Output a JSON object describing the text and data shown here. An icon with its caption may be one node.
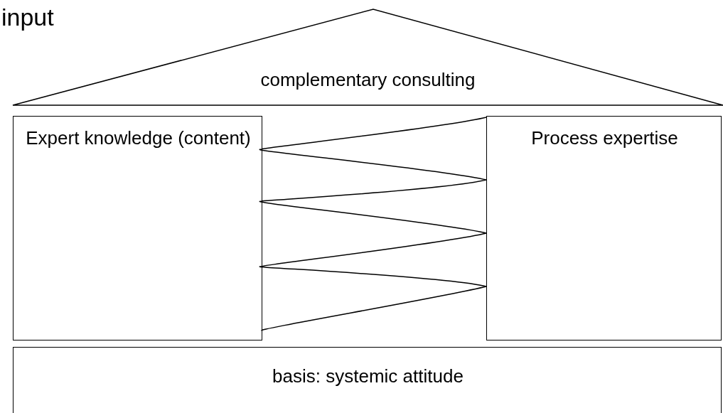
{
  "diagram": {
    "nodes": [
      {
        "text": [
          "complementary consulting"
        ]
      },
      {
        "text": [
          "Expert knowledge (content)"
        ]
      },
      {
        "text": [
          "Process expertise"
        ]
      },
      {
        "text": [
          "basis: systemic attitude"
        ]
      }
    ],
    "edges": [
      {
        "from": 1,
        "to": 2,
        "arrow": "none"
      }
    ],
    "labels": [
      "input"
    ]
  }
}
